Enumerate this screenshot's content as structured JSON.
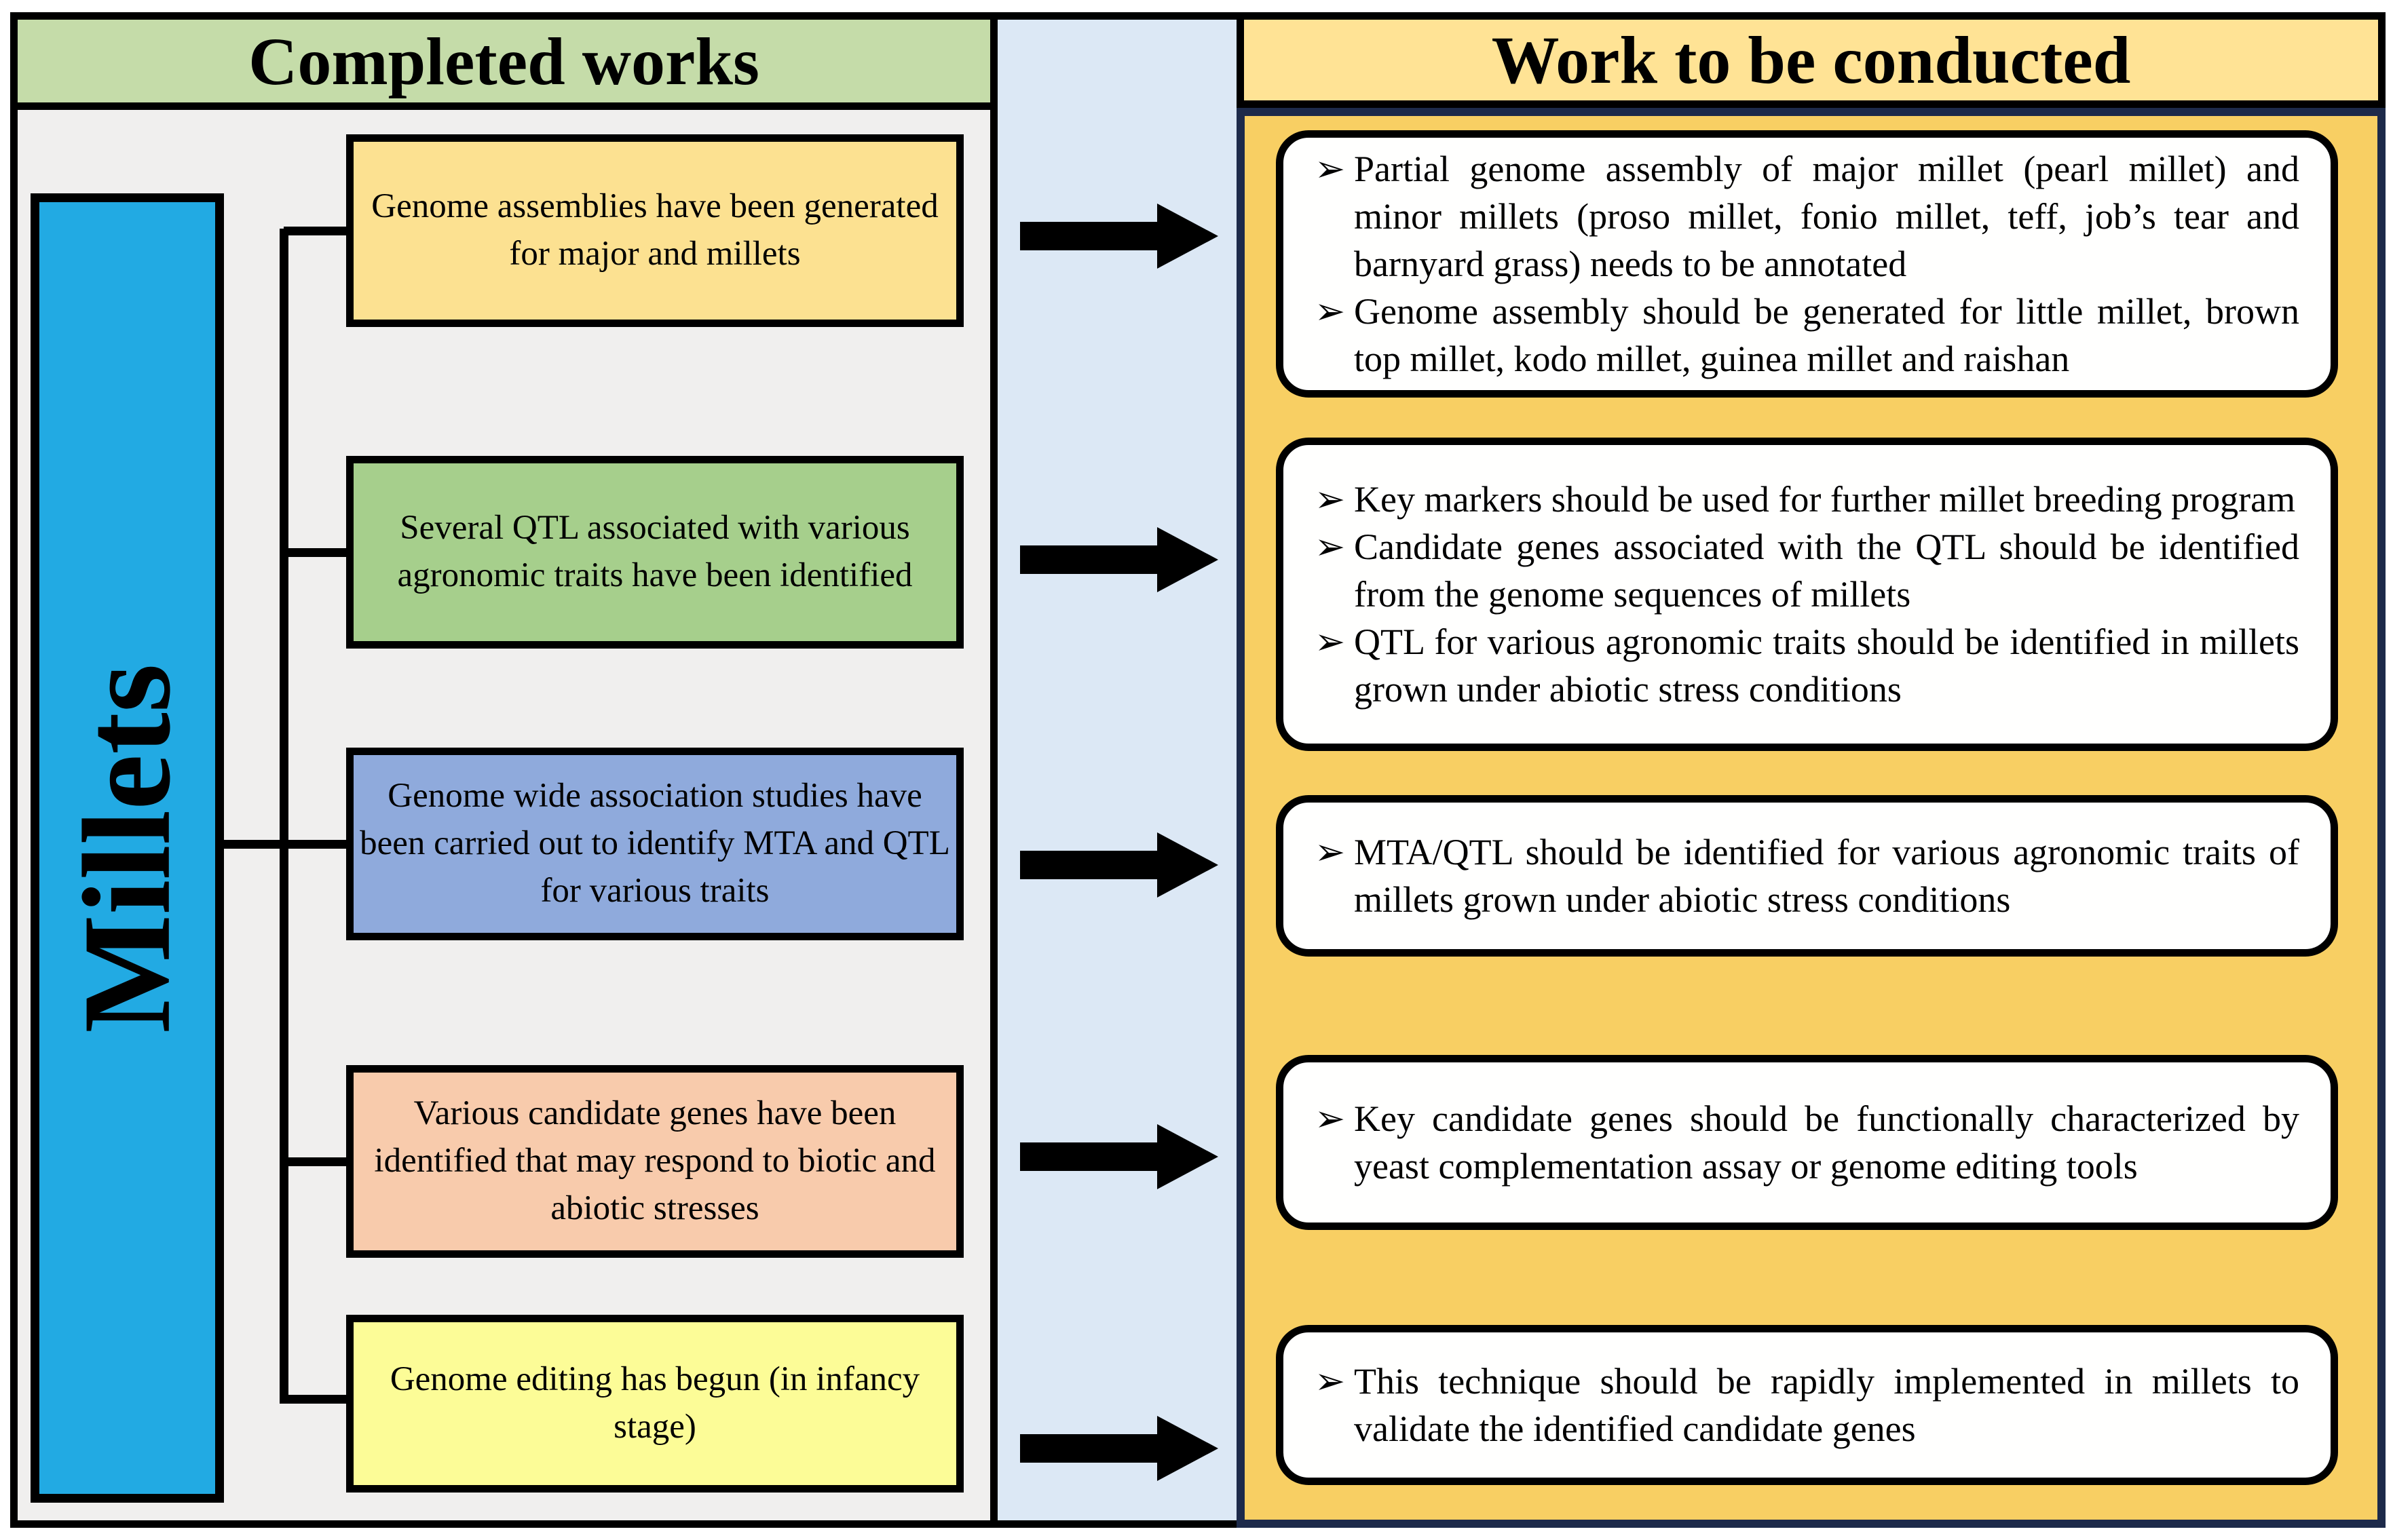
{
  "diagram": {
    "left_header": "Completed works",
    "right_header": "Work to be conducted",
    "root_label": "Millets",
    "bullet_glyph": "➢"
  },
  "colors": {
    "left_header_bg": "#c5dca9",
    "left_panel_bg": "#f0efee",
    "right_header_bg": "#ffe395",
    "right_panel_bg": "#f8cf63",
    "right_panel_border": "#1d2a4a",
    "middle_bg": "#dce8f5",
    "root_bg": "#22aae3",
    "white_box_bg": "#ffffff",
    "connector": "#000000"
  },
  "completed": [
    {
      "text": "Genome assemblies have been generated for major and millets",
      "color": "#fce191"
    },
    {
      "text": "Several QTL associated with various agronomic traits have been identified",
      "color": "#a6cf8c"
    },
    {
      "text": "Genome wide association studies have been carried out to identify MTA and QTL for various traits",
      "color": "#8faadc"
    },
    {
      "text": "Various candidate genes have been identified that may respond to biotic and abiotic stresses",
      "color": "#f8cbac"
    },
    {
      "text": "Genome editing has begun (in infancy stage)",
      "color": "#fcfc97"
    }
  ],
  "todo": [
    {
      "items": [
        "Partial genome assembly of major millet (pearl millet) and minor millets (proso millet, fonio millet, teff, job’s tear and barnyard grass) needs to be annotated",
        "Genome assembly should be generated for little millet, brown top millet, kodo millet, guinea millet and raishan"
      ]
    },
    {
      "items": [
        "Key markers should be used for further millet breeding program",
        "Candidate genes associated with the QTL should be identified from the genome sequences of millets",
        "QTL for various agronomic traits should be identified in millets grown under abiotic stress conditions"
      ]
    },
    {
      "items": [
        "MTA/QTL should be identified for various agronomic traits of millets grown under abiotic stress conditions"
      ]
    },
    {
      "items": [
        "Key candidate genes should be functionally characterized by yeast complementation assay or genome editing tools"
      ]
    },
    {
      "items": [
        "This technique should be rapidly implemented in millets to validate the identified candidate genes"
      ]
    }
  ]
}
